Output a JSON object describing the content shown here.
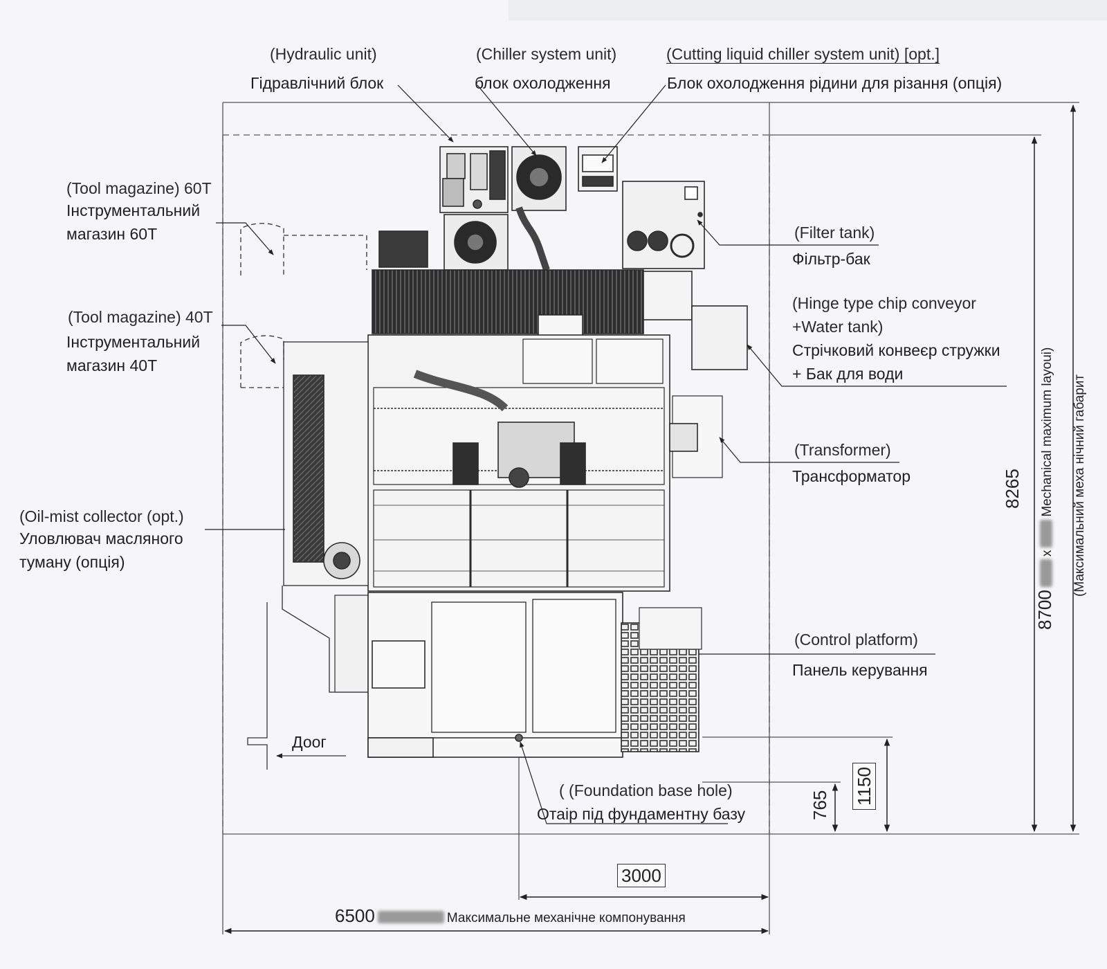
{
  "labels": {
    "hydraulic_en": "(Hydraulic unit)",
    "hydraulic_ua": "Гідравлічний блок",
    "chiller_en": "(Chiller system unit)",
    "chiller_ua": "блок охолодження",
    "cutting_en": "(Cutting liquid chiller system unit) [opt.]",
    "cutting_ua": "Блок охолодження рідини для різання (опція)",
    "tool60_en": "(Tool magazine) 60T",
    "tool60_ua1": "Інструментальний",
    "tool60_ua2": "магазин 60Т",
    "tool40_en": "(Tool magazine) 40T",
    "tool40_ua1": "Інструментальний",
    "tool40_ua2": "магазин 40Т",
    "oilmist_en": "(Oil-mist collector (opt.)",
    "oilmist_ua1": "Уловлювач масляного",
    "oilmist_ua2": "туману (опція)",
    "filter_en": "(Filter tank)",
    "filter_ua": "Фільтр-бак",
    "hinge_en1": "(Hinge type chip conveyor",
    "hinge_en2": "+Water tank)",
    "hinge_ua1": "Стрічковий конвеєр стружки",
    "hinge_ua2": "+ Бак для води",
    "transformer_en": "(Transformer)",
    "transformer_ua": "Трансформатор",
    "control_en": "(Control platform)",
    "control_ua": "Панель керування",
    "door": "Доог",
    "foundation_en": "( (Foundation base hole)",
    "foundation_ua": "Отаір під фундаментну базу"
  },
  "dimensions": {
    "width_total": "6500",
    "width_total_caption": "Максимальне механічне компонування",
    "width_offset": "3000",
    "height_total": "8700",
    "height_total_caption_en": "Mechanical maximum layoui)",
    "height_total_caption_ua": "(Максимальний меха нічний габарит",
    "height_machine": "8265",
    "offset_1150": "1150",
    "offset_765": "765"
  }
}
